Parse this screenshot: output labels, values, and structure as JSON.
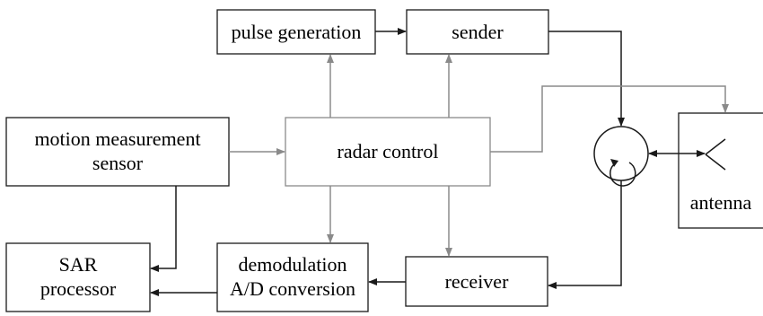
{
  "blocks": {
    "pulse_generation": "pulse generation",
    "sender": "sender",
    "motion_sensor": [
      "motion measurement",
      "sensor"
    ],
    "radar_control": "radar control",
    "antenna": "antenna",
    "sar_processor": [
      "SAR",
      "processor"
    ],
    "demodulation": [
      "demodulation",
      "A/D conversion"
    ],
    "receiver": "receiver"
  },
  "colors": {
    "black_connection": "#1a1a1a",
    "gray_connection": "#8a8a8a"
  },
  "icons": {
    "circulator": "circulator-icon",
    "antenna": "antenna-icon"
  }
}
